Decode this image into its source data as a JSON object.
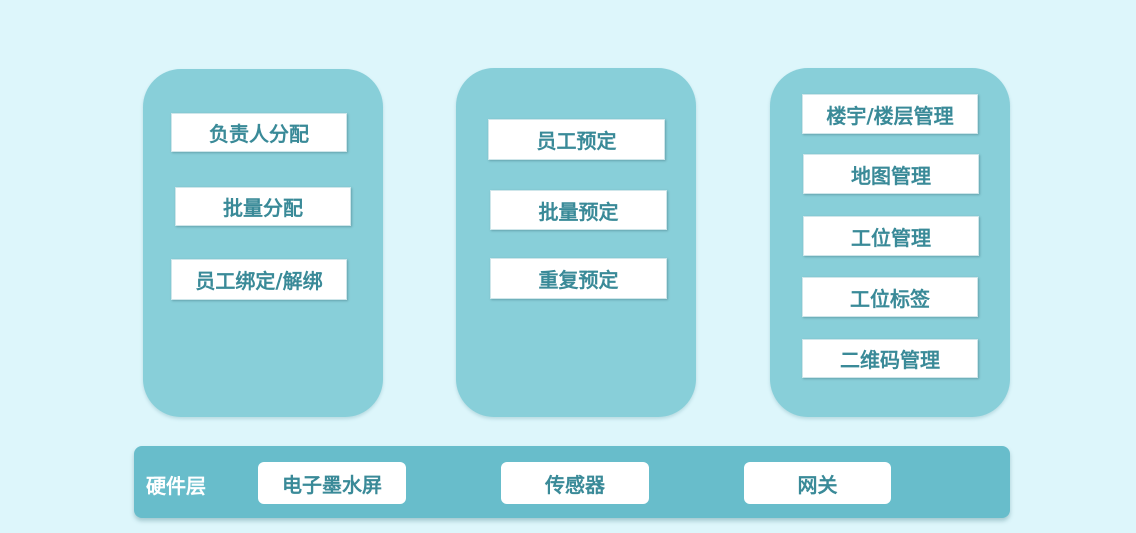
{
  "colors": {
    "background": "#ddf6fb",
    "panel": "#88cfd9",
    "hardware_bar": "#68bdcb",
    "item_text": "#3a8a98",
    "item_background": "#ffffff"
  },
  "columns": [
    {
      "items": [
        "负责人分配",
        "批量分配",
        "员工绑定/解绑"
      ]
    },
    {
      "items": [
        "员工预定",
        "批量预定",
        "重复预定"
      ]
    },
    {
      "items": [
        "楼宇/楼层管理",
        "地图管理",
        "工位管理",
        "工位标签",
        "二维码管理"
      ]
    }
  ],
  "hardware": {
    "label": "硬件层",
    "items": [
      "电子墨水屏",
      "传感器",
      "网关"
    ]
  }
}
